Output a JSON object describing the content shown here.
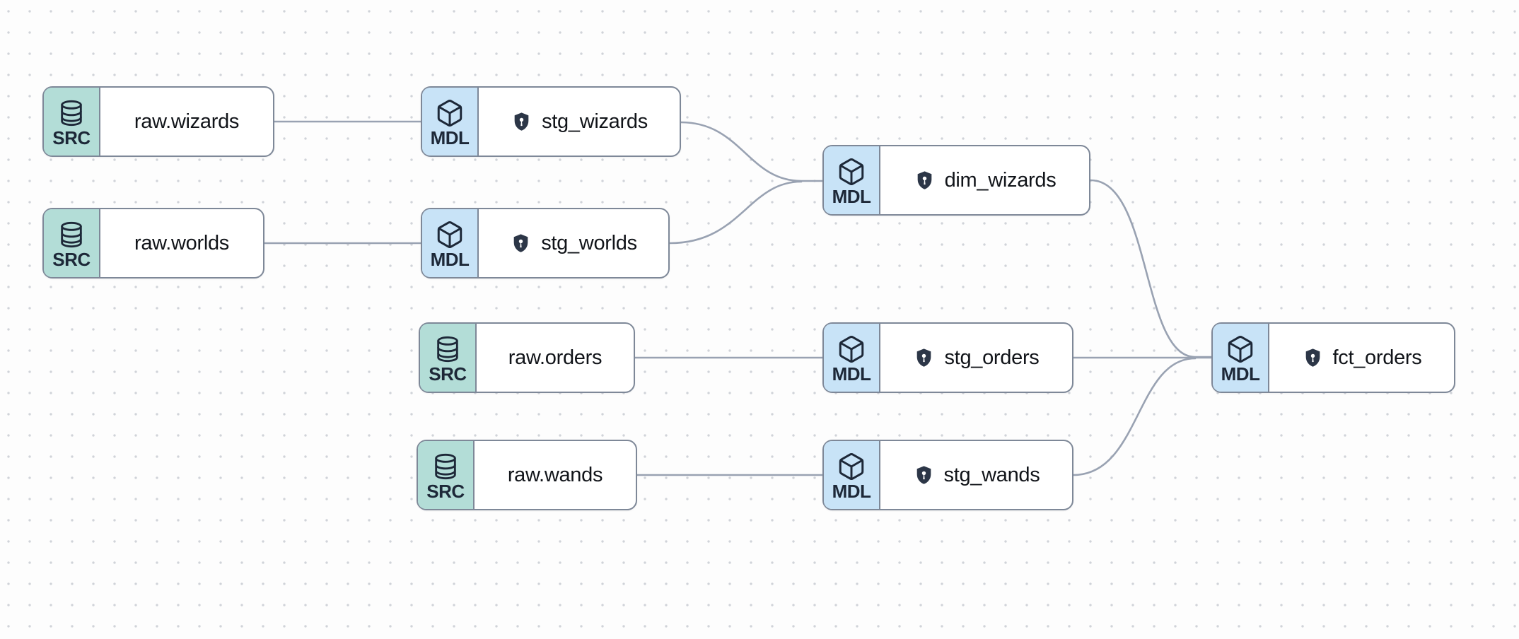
{
  "diagram": {
    "kind": "data-lineage-dag",
    "background_color": "#fdfdfd",
    "dot_grid_color": "#d0d3d9",
    "edge_color": "#99a2b2",
    "node_border_color": "#7e8898",
    "src_badge_color": "#b3ddd7",
    "mdl_badge_color": "#c8e3f7",
    "shield_color": "#2c3647",
    "label_color": "#111419"
  },
  "node_types": {
    "src": {
      "label": "SRC",
      "icon": "database-icon"
    },
    "mdl": {
      "label": "MDL",
      "icon": "cube-icon"
    }
  },
  "nodes": [
    {
      "label": "raw.wizards",
      "badge": "SRC",
      "type": "source",
      "has_shield": false
    },
    {
      "label": "raw.worlds",
      "badge": "SRC",
      "type": "source",
      "has_shield": false
    },
    {
      "label": "stg_wizards",
      "badge": "MDL",
      "type": "model",
      "has_shield": true
    },
    {
      "label": "stg_worlds",
      "badge": "MDL",
      "type": "model",
      "has_shield": true
    },
    {
      "label": "dim_wizards",
      "badge": "MDL",
      "type": "model",
      "has_shield": true
    },
    {
      "label": "raw.orders",
      "badge": "SRC",
      "type": "source",
      "has_shield": false
    },
    {
      "label": "stg_orders",
      "badge": "MDL",
      "type": "model",
      "has_shield": true
    },
    {
      "label": "raw.wands",
      "badge": "SRC",
      "type": "source",
      "has_shield": false
    },
    {
      "label": "stg_wands",
      "badge": "MDL",
      "type": "model",
      "has_shield": true
    },
    {
      "label": "fct_orders",
      "badge": "MDL",
      "type": "model",
      "has_shield": true
    }
  ],
  "edges": [
    {
      "from": "raw.wizards",
      "to": "stg_wizards"
    },
    {
      "from": "raw.worlds",
      "to": "stg_worlds"
    },
    {
      "from": "stg_wizards",
      "to": "dim_wizards"
    },
    {
      "from": "stg_worlds",
      "to": "dim_wizards"
    },
    {
      "from": "raw.orders",
      "to": "stg_orders"
    },
    {
      "from": "raw.wands",
      "to": "stg_wands"
    },
    {
      "from": "dim_wizards",
      "to": "fct_orders"
    },
    {
      "from": "stg_orders",
      "to": "fct_orders"
    },
    {
      "from": "stg_wands",
      "to": "fct_orders"
    }
  ]
}
